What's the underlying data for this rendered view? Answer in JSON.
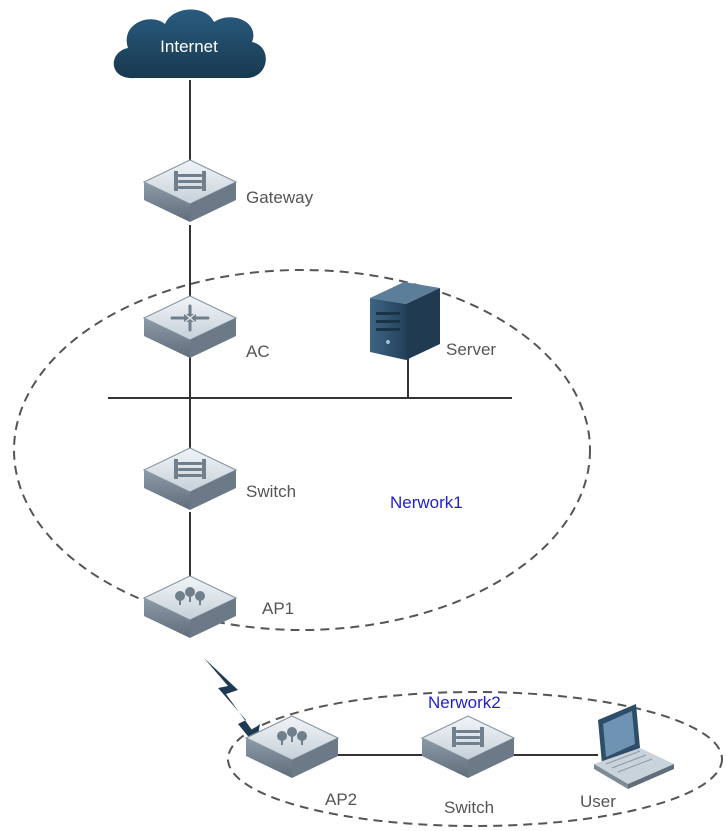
{
  "nodes": {
    "internet": "Internet",
    "gateway": "Gateway",
    "ac": "AC",
    "server": "Server",
    "switch1": "Switch",
    "ap1": "AP1",
    "ap2": "AP2",
    "switch2": "Switch",
    "user": "User"
  },
  "networks": {
    "network1": "Nerwork1",
    "network2": "Nerwork2"
  },
  "colors": {
    "network_label": "#1f1fd1",
    "cloud": "#1d4966",
    "device_top": "#dfe6ec",
    "device_side": "#7f8f9c",
    "server_body": "#2b4a63"
  },
  "icons": {
    "internet": "cloud-icon",
    "gateway": "router-icon",
    "ac": "access-controller-icon",
    "server": "server-tower-icon",
    "switch": "switch-icon",
    "ap": "access-point-icon",
    "user": "laptop-icon",
    "wireless": "lightning-bolt-icon"
  }
}
